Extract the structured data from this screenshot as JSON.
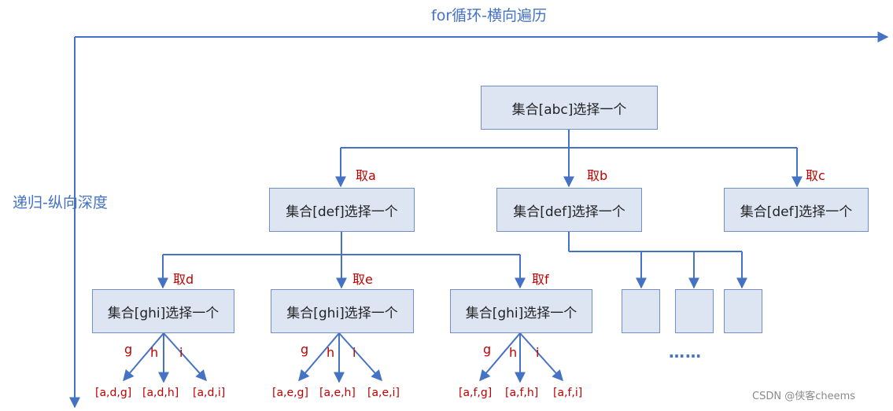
{
  "axes": {
    "horizontal_label": "for循环-横向遍历",
    "vertical_label": "递归-纵向深度"
  },
  "colors": {
    "line": "#4472c4",
    "box_fill": "#dde5f3",
    "box_border": "#6f8fc6",
    "label_red": "#c00000"
  },
  "nodes": {
    "root": "集合[abc]选择一个",
    "level1": [
      "集合[def]选择一个",
      "集合[def]选择一个",
      "集合[def]选择一个"
    ],
    "level2": [
      "集合[ghi]选择一个",
      "集合[ghi]选择一个",
      "集合[ghi]选择一个"
    ]
  },
  "edge_labels": {
    "level1": [
      "取a",
      "取b",
      "取c"
    ],
    "level2": [
      "取d",
      "取e",
      "取f"
    ]
  },
  "leaf_branch_labels": [
    "g",
    "h",
    "i"
  ],
  "leaves": [
    [
      "[a,d,g]",
      "[a,d,h]",
      "[a,d,i]"
    ],
    [
      "[a,e,g]",
      "[a,e,h]",
      "[a,e,i]"
    ],
    [
      "[a,f,g]",
      "[a,f,h]",
      "[a,f,i]"
    ]
  ],
  "ellipsis": "……",
  "watermark": "CSDN @侠客cheems"
}
